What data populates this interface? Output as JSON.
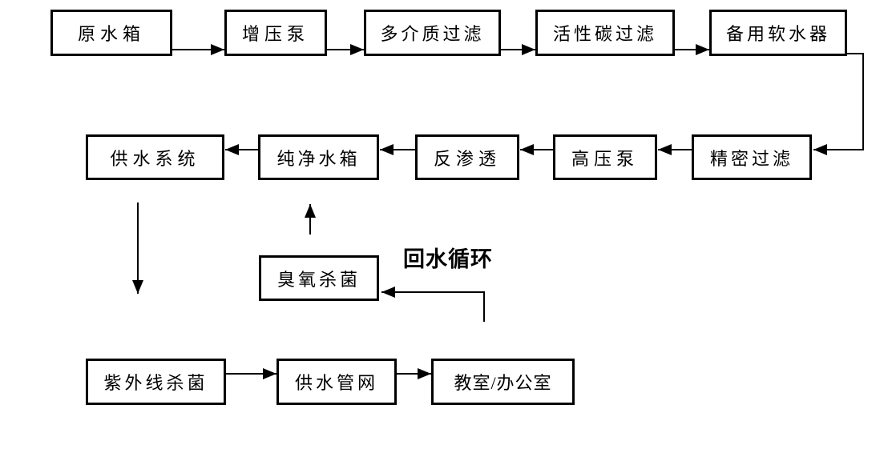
{
  "diagram": {
    "type": "flowchart",
    "colors": {
      "background": "#ffffff",
      "box_border": "#000000",
      "box_fill": "#ffffff",
      "line": "#000000",
      "text": "#000000"
    },
    "nodes": {
      "raw_water_tank": {
        "label": "原水箱"
      },
      "booster_pump": {
        "label": "增压泵"
      },
      "multi_media_filter": {
        "label": "多介质过滤"
      },
      "activated_carbon_filter": {
        "label": "活性碳过滤"
      },
      "backup_water_softener": {
        "label": "备用软水器"
      },
      "water_supply_system": {
        "label": "供水系统"
      },
      "pure_water_tank": {
        "label": "纯净水箱"
      },
      "reverse_osmosis": {
        "label": "反渗透"
      },
      "high_pressure_pump": {
        "label": "高压泵"
      },
      "precision_filter": {
        "label": "精密过滤"
      },
      "ozone_sterilization": {
        "label": "臭氧杀菌"
      },
      "uv_sterilization": {
        "label": "紫外线杀菌"
      },
      "water_supply_network": {
        "label": "供水管网"
      },
      "classroom_office": {
        "label": "教室/办公室"
      }
    },
    "annotations": {
      "return_water_cycle": "回水循环"
    },
    "edges": [
      {
        "from": "raw_water_tank",
        "to": "booster_pump"
      },
      {
        "from": "booster_pump",
        "to": "multi_media_filter"
      },
      {
        "from": "multi_media_filter",
        "to": "activated_carbon_filter"
      },
      {
        "from": "activated_carbon_filter",
        "to": "backup_water_softener"
      },
      {
        "from": "backup_water_softener",
        "to": "precision_filter"
      },
      {
        "from": "precision_filter",
        "to": "high_pressure_pump"
      },
      {
        "from": "high_pressure_pump",
        "to": "reverse_osmosis"
      },
      {
        "from": "reverse_osmosis",
        "to": "pure_water_tank"
      },
      {
        "from": "pure_water_tank",
        "to": "water_supply_system"
      },
      {
        "from": "water_supply_system",
        "to": "uv_sterilization"
      },
      {
        "from": "ozone_sterilization",
        "to": "pure_water_tank"
      },
      {
        "from": "classroom_office",
        "to": "ozone_sterilization",
        "label": "回水循环"
      },
      {
        "from": "uv_sterilization",
        "to": "water_supply_network"
      },
      {
        "from": "water_supply_network",
        "to": "classroom_office"
      }
    ]
  }
}
